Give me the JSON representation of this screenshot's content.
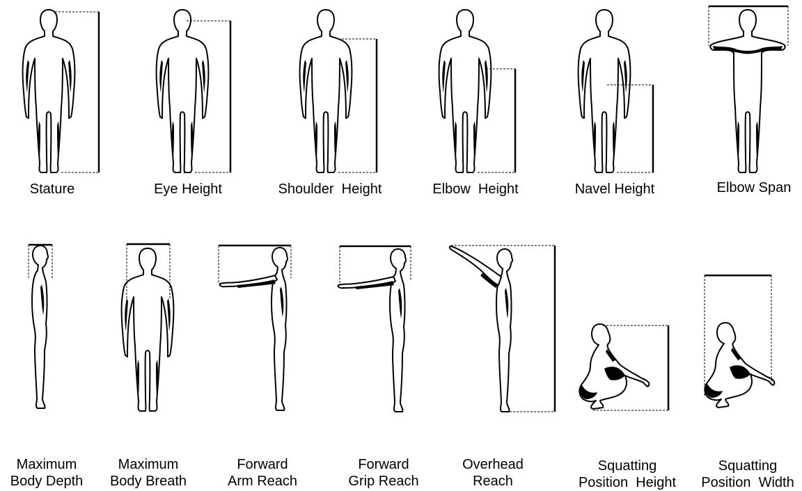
{
  "measurements": [
    {
      "key": "stature",
      "label": "Stature"
    },
    {
      "key": "eye-height",
      "label": "Eye Height"
    },
    {
      "key": "shoulder-height",
      "label": "Shoulder  Height"
    },
    {
      "key": "elbow-height",
      "label": "Elbow  Height"
    },
    {
      "key": "navel-height",
      "label": "Navel Height"
    },
    {
      "key": "elbow-span",
      "label": "Elbow Span"
    },
    {
      "key": "max-body-depth",
      "label": [
        "Maximum",
        "Body Depth"
      ]
    },
    {
      "key": "max-body-breath",
      "label": [
        "Maximum",
        "Body Breath"
      ]
    },
    {
      "key": "forward-arm-reach",
      "label": [
        "Forward",
        "Arm Reach"
      ]
    },
    {
      "key": "forward-grip-reach",
      "label": [
        "Forward",
        "Grip Reach"
      ]
    },
    {
      "key": "overhead-reach",
      "label": [
        "Overhead",
        "Reach"
      ]
    },
    {
      "key": "squatting-position-height",
      "label": [
        "Squatting",
        "Position  Height"
      ]
    },
    {
      "key": "squatting-position-width",
      "label": [
        "Squatting",
        "Position  Width"
      ]
    }
  ]
}
